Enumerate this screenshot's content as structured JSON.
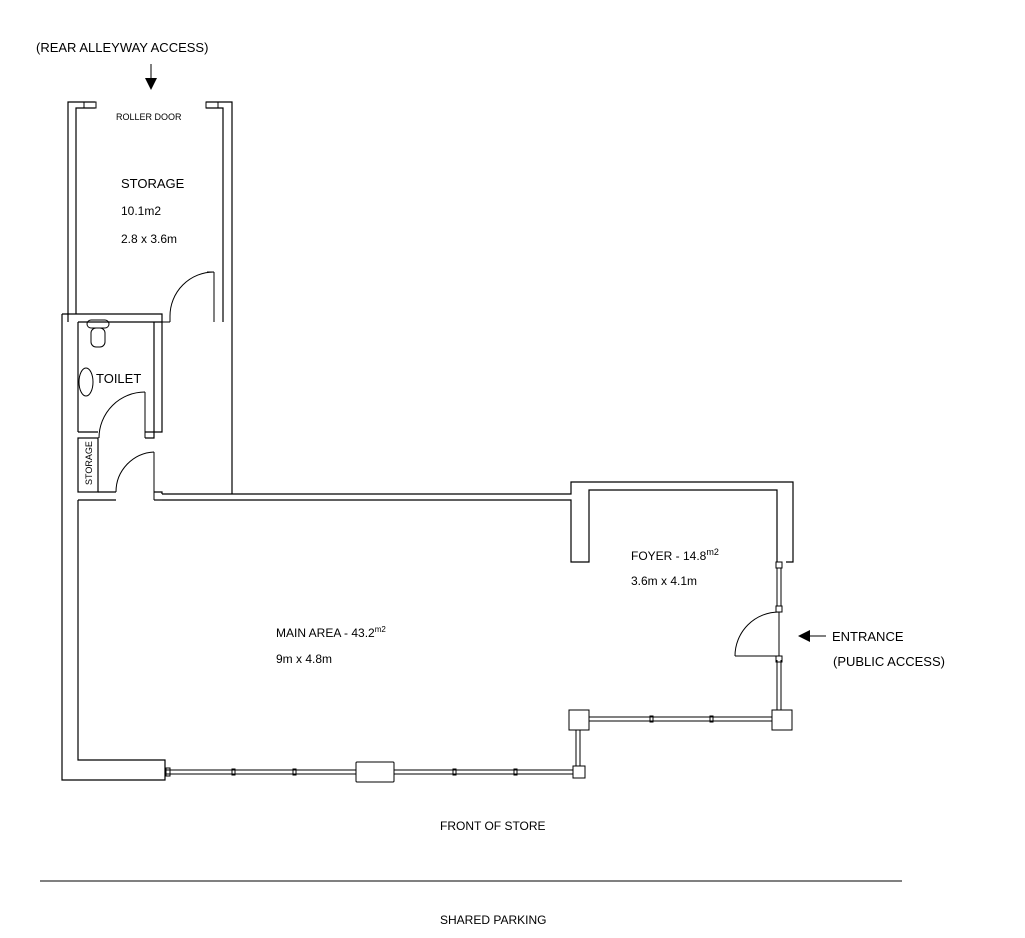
{
  "annotations": {
    "rear_access": "(REAR ALLEYWAY ACCESS)",
    "roller_door": "ROLLER DOOR",
    "entrance": "ENTRANCE",
    "public_access": "(PUBLIC ACCESS)",
    "front_of_store": "FRONT OF STORE",
    "shared_parking": "SHARED PARKING"
  },
  "rooms": {
    "storage": {
      "name": "STORAGE",
      "area": "10.1m2",
      "dims": "2.8  x  3.6m"
    },
    "toilet": {
      "name": "TOILET"
    },
    "small_storage": {
      "name": "STORAGE"
    },
    "main_area": {
      "name": "MAIN AREA  -  43.2",
      "unit": "m2",
      "dims": "9m  x  4.8m"
    },
    "foyer": {
      "name": "FOYER  -  14.8",
      "unit": "m2",
      "dims": "3.6m  x  4.1m"
    }
  },
  "colors": {
    "line": "#000000",
    "background": "#ffffff"
  }
}
